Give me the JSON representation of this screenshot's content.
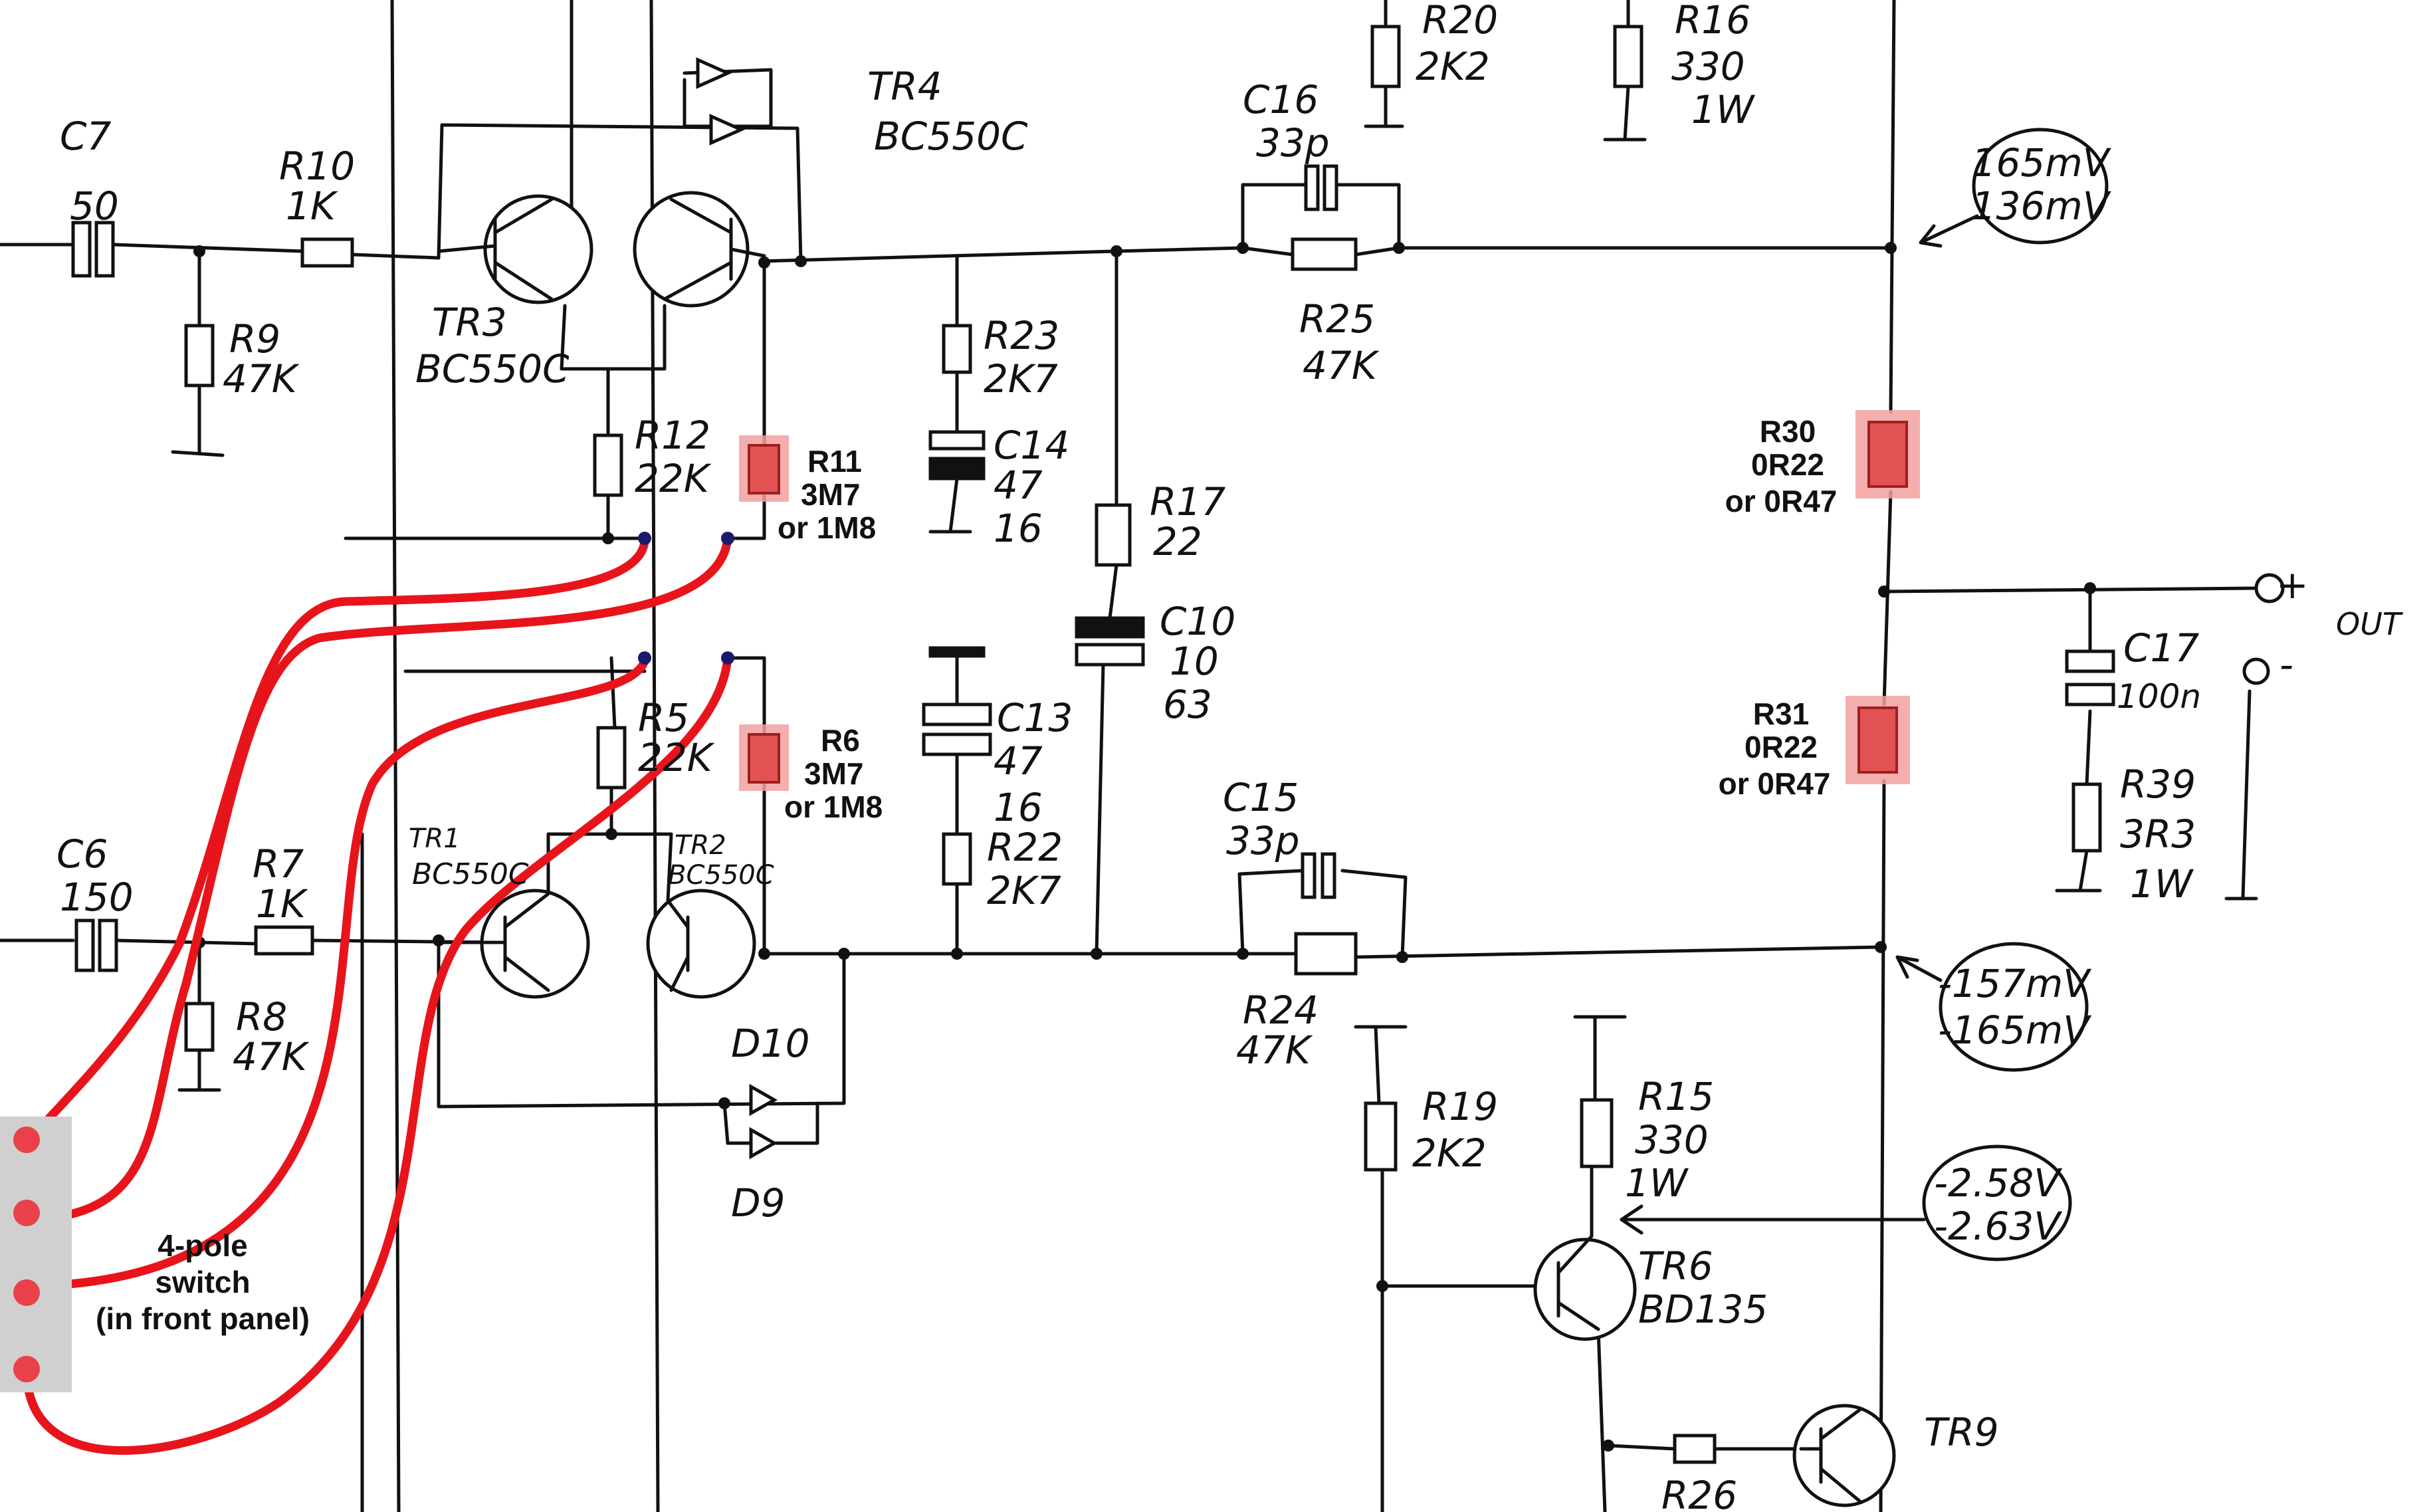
{
  "components": {
    "C7": {
      "ref": "C7",
      "value": "50"
    },
    "R10": {
      "ref": "R10",
      "value": "1K"
    },
    "R9": {
      "ref": "R9",
      "value": "47K"
    },
    "TR3": {
      "ref": "TR3",
      "value": "BC550C"
    },
    "TR4": {
      "ref": "TR4",
      "value": "BC550C"
    },
    "R12": {
      "ref": "R12",
      "value": "22K"
    },
    "R11": {
      "ref": "R11",
      "value": "3M7",
      "alt": "or 1M8"
    },
    "R23": {
      "ref": "R23",
      "value": "2K7"
    },
    "C14": {
      "ref": "C14",
      "value": "47",
      "volt": "16"
    },
    "R20": {
      "ref": "R20",
      "value": "2K2"
    },
    "R16": {
      "ref": "R16",
      "value": "330",
      "power": "1W"
    },
    "C16": {
      "ref": "C16",
      "value": "33p"
    },
    "R25": {
      "ref": "R25",
      "value": "47K"
    },
    "R17": {
      "ref": "R17",
      "value": "22"
    },
    "C10": {
      "ref": "C10",
      "value": "10",
      "volt": "63"
    },
    "R30": {
      "ref": "R30",
      "value": "0R22",
      "alt": "or 0R47"
    },
    "R31": {
      "ref": "R31",
      "value": "0R22",
      "alt": "or 0R47"
    },
    "C17": {
      "ref": "C17",
      "value": "100n"
    },
    "R39": {
      "ref": "R39",
      "value": "3R3",
      "power": "1W"
    },
    "C6": {
      "ref": "C6",
      "value": "150"
    },
    "R7": {
      "ref": "R7",
      "value": "1K"
    },
    "R8": {
      "ref": "R8",
      "value": "47K"
    },
    "R5": {
      "ref": "R5",
      "value": "22K"
    },
    "R6": {
      "ref": "R6",
      "value": "3M7",
      "alt": "or 1M8"
    },
    "TR1": {
      "ref": "TR1",
      "value": "BC550C"
    },
    "TR2": {
      "ref": "TR2",
      "value": "BC550C"
    },
    "C13": {
      "ref": "C13",
      "value": "47",
      "volt": "16"
    },
    "R22": {
      "ref": "R22",
      "value": "2K7"
    },
    "C15": {
      "ref": "C15",
      "value": "33p"
    },
    "R24": {
      "ref": "R24",
      "value": "47K"
    },
    "D10": {
      "ref": "D10"
    },
    "D9": {
      "ref": "D9"
    },
    "R19": {
      "ref": "R19",
      "value": "2K2"
    },
    "R15": {
      "ref": "R15",
      "value": "330",
      "power": "1W"
    },
    "TR6": {
      "ref": "TR6",
      "value": "BD135"
    },
    "TR9": {
      "ref": "TR9"
    },
    "R26": {
      "ref": "R26"
    }
  },
  "measurements": {
    "top": {
      "line1": "165mV",
      "line2": "136mV"
    },
    "middle": {
      "line1": "-157mV",
      "line2": "-165mV"
    },
    "bottom": {
      "line1": "-2.58V",
      "line2": "-2.63V"
    }
  },
  "output": {
    "label": "OUT",
    "plus": "+",
    "minus": "-"
  },
  "switch": {
    "line1": "4-pole",
    "line2": "switch",
    "line3": "(in front panel)"
  },
  "colors": {
    "modification": "#e8141b",
    "highlight": "#e35252",
    "switch_box": "#d0d0d0",
    "ink": "#111111"
  }
}
